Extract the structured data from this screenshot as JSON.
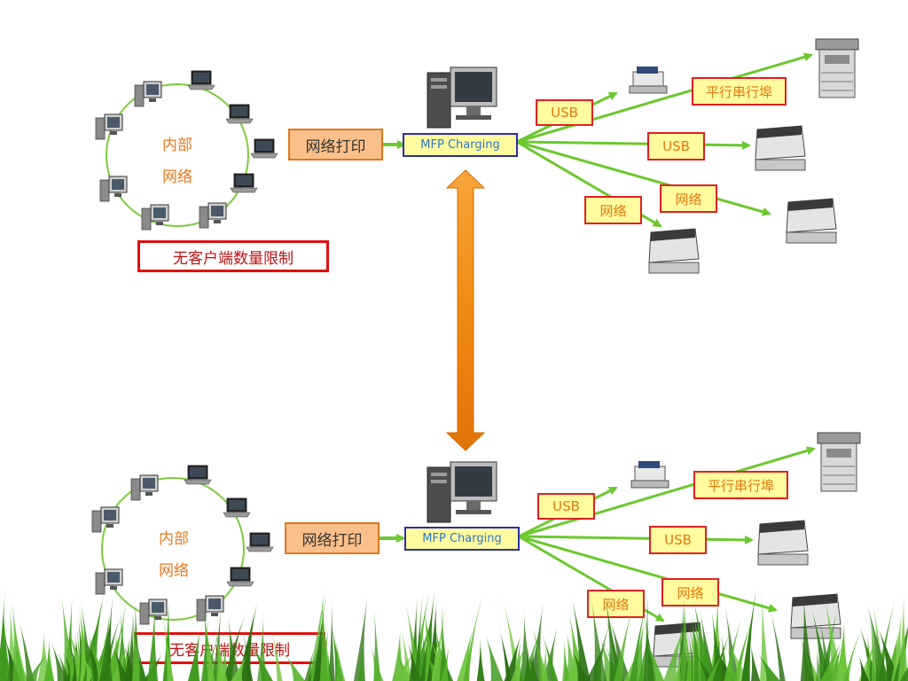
{
  "diagrams": [
    {
      "ring_label_1": "内部",
      "ring_label_2": "网络",
      "net_print": "网络打印",
      "server": "MFP Charging",
      "usb_a": "USB",
      "parallel": "平行串行埠",
      "usb_b": "USB",
      "net_a": "网络",
      "net_b": "网络",
      "limit": "无客户端数量限制"
    },
    {
      "ring_label_1": "内部",
      "ring_label_2": "网络",
      "net_print": "网络打印",
      "server": "MFP Charging",
      "usb_a": "USB",
      "parallel": "平行串行埠",
      "usb_b": "USB",
      "net_a": "网络",
      "net_b": "网络",
      "limit": "无客户端数量限制"
    }
  ],
  "colors": {
    "arrow_green": "#6cc82e",
    "ring_green": "#7ccc3c",
    "label_border": "#e02020",
    "label_fill": "#fffb9e",
    "netprint_fill": "#fbc08a",
    "sync_arrow": "#f0820a",
    "grass": "#3f9a1e"
  },
  "icons": [
    "desktop-computer-icon",
    "laptop-icon",
    "server-icon",
    "printer-icon",
    "copier-icon",
    "sync-arrow-icon"
  ]
}
